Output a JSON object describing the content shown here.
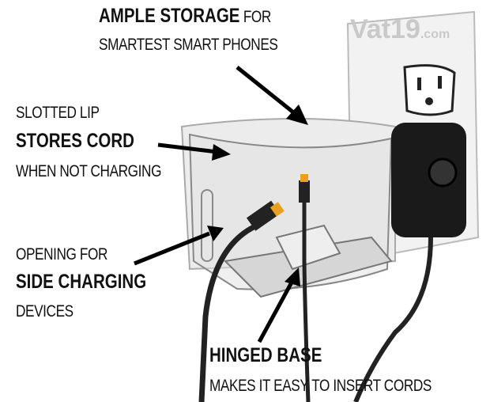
{
  "watermark": {
    "brand": "Vat19",
    "suffix": ".com"
  },
  "callouts": {
    "storage": {
      "bold": "AMPLE STORAGE",
      "rest": " FOR",
      "line2": "SMARTEST SMART PHONES"
    },
    "lip": {
      "line1": "SLOTTED LIP",
      "bold": "STORES CORD",
      "line3": "WHEN NOT CHARGING"
    },
    "side": {
      "line1": "OPENING FOR",
      "bold": "SIDE CHARGING",
      "line3": "DEVICES"
    },
    "base": {
      "bold": "HINGED BASE",
      "line2": "MAKES IT EASY TO INSERT CORDS"
    }
  },
  "colors": {
    "plug_tip": "#e8a020",
    "charger": "#1a1a1a"
  }
}
